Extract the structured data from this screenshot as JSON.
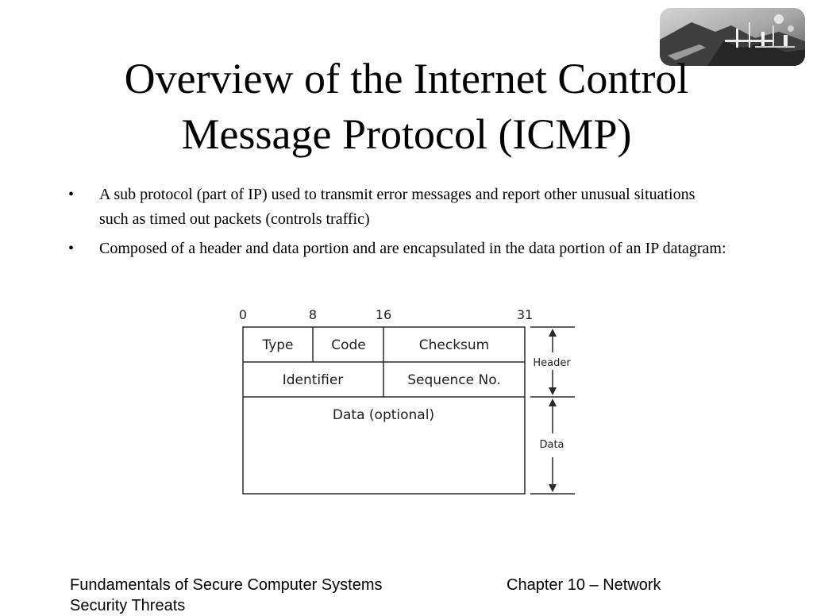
{
  "slide": {
    "title_lines": [
      "Overview of the Internet Control",
      "Message Protocol (ICMP)"
    ],
    "bullet_glyph": "•",
    "bullets": [
      "A sub protocol (part of IP) used to transmit error messages and report other unusual situations such as timed out packets (controls traffic)",
      "Composed of a header and data portion and are encapsulated in the data portion of an IP datagram:"
    ]
  },
  "diagram": {
    "bit_labels": [
      "0",
      "8",
      "16",
      "31"
    ],
    "fields": {
      "type": "Type",
      "code": "Code",
      "checksum": "Checksum",
      "identifier": "Identifier",
      "sequence": "Sequence No.",
      "data": "Data (optional)"
    },
    "side_labels": {
      "header": "Header",
      "data": "Data"
    }
  },
  "footer": {
    "left_lines": [
      "Fundamentals of Secure Computer Systems",
      "Security Threats"
    ],
    "right": "Chapter 10 – Network"
  }
}
